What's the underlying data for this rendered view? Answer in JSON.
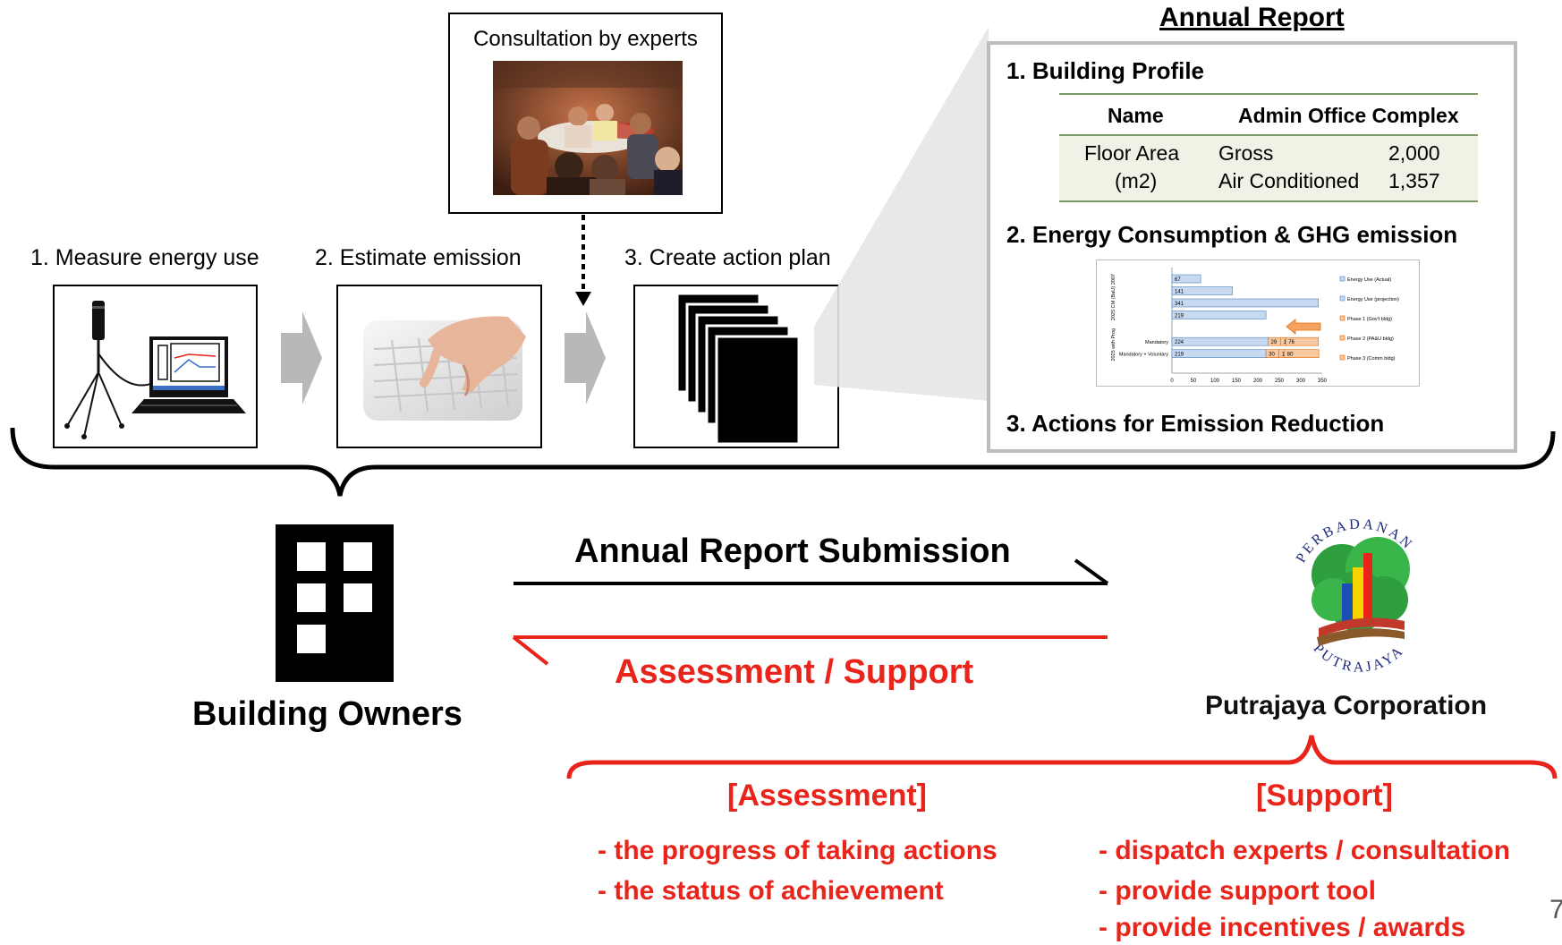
{
  "consultation": {
    "label": "Consultation by experts"
  },
  "steps": [
    {
      "label": "1. Measure energy use"
    },
    {
      "label": "2. Estimate emission"
    },
    {
      "label": "3. Create action plan"
    }
  ],
  "report": {
    "heading": "Annual Report",
    "section1": "1. Building Profile",
    "table": {
      "header_name": "Name",
      "header_value": "Admin Office Complex",
      "row_label_1": "Floor Area",
      "row_label_2": "(m2)",
      "gross_label": "Gross",
      "gross_value": "2,000",
      "ac_label": "Air Conditioned",
      "ac_value": "1,357"
    },
    "section2": "2. Energy Consumption & GHG emission",
    "section3": "3. Actions for Emission Reduction"
  },
  "chart_data": {
    "type": "bar",
    "orientation": "horizontal",
    "group_labels": [
      "2007",
      "2025 CM (BaU)",
      "2025 with Prog"
    ],
    "category_labels": [
      "",
      "",
      "",
      "",
      "Mandatory",
      "Mandatory + Voluntary"
    ],
    "series": [
      {
        "name": "Energy Use (Actual)",
        "values": [
          67,
          null,
          null,
          null,
          null,
          null
        ]
      },
      {
        "name": "Energy Use (projection)",
        "values": [
          null,
          141,
          341,
          219,
          224,
          219
        ]
      },
      {
        "name": "Phase 1 (Gov't bldg)",
        "values": [
          null,
          null,
          null,
          null,
          29,
          30
        ]
      },
      {
        "name": "Phase 2 (PA&U bldg)",
        "values": [
          null,
          null,
          null,
          null,
          12,
          13
        ]
      },
      {
        "name": "Phase 3 (Comm bldg)",
        "values": [
          null,
          null,
          null,
          null,
          76,
          80
        ]
      }
    ],
    "xticks": [
      "0",
      "50",
      "100",
      "150",
      "200",
      "250",
      "300",
      "350"
    ],
    "xlim": [
      0,
      350
    ],
    "legend_position": "right"
  },
  "flow": {
    "submission": "Annual Report Submission",
    "assessment_support": "Assessment / Support"
  },
  "owners": {
    "label": "Building Owners"
  },
  "corporation": {
    "name": "Putrajaya Corporation",
    "logo_top": "PERBADANAN",
    "logo_bottom": "PUTRAJAYA"
  },
  "assessment": {
    "title": "[Assessment]",
    "items": [
      "- the progress of taking actions",
      "- the status of achievement"
    ]
  },
  "support": {
    "title": "[Support]",
    "items": [
      "- dispatch experts / consultation",
      "- provide support tool",
      "- provide incentives / awards"
    ]
  },
  "page_number": "7",
  "colors": {
    "red": "#e8241b",
    "arrow_gray": "#b8b8b8",
    "bar_blue": "#c6d9f1",
    "bar_orange": "#f8c9a0"
  }
}
